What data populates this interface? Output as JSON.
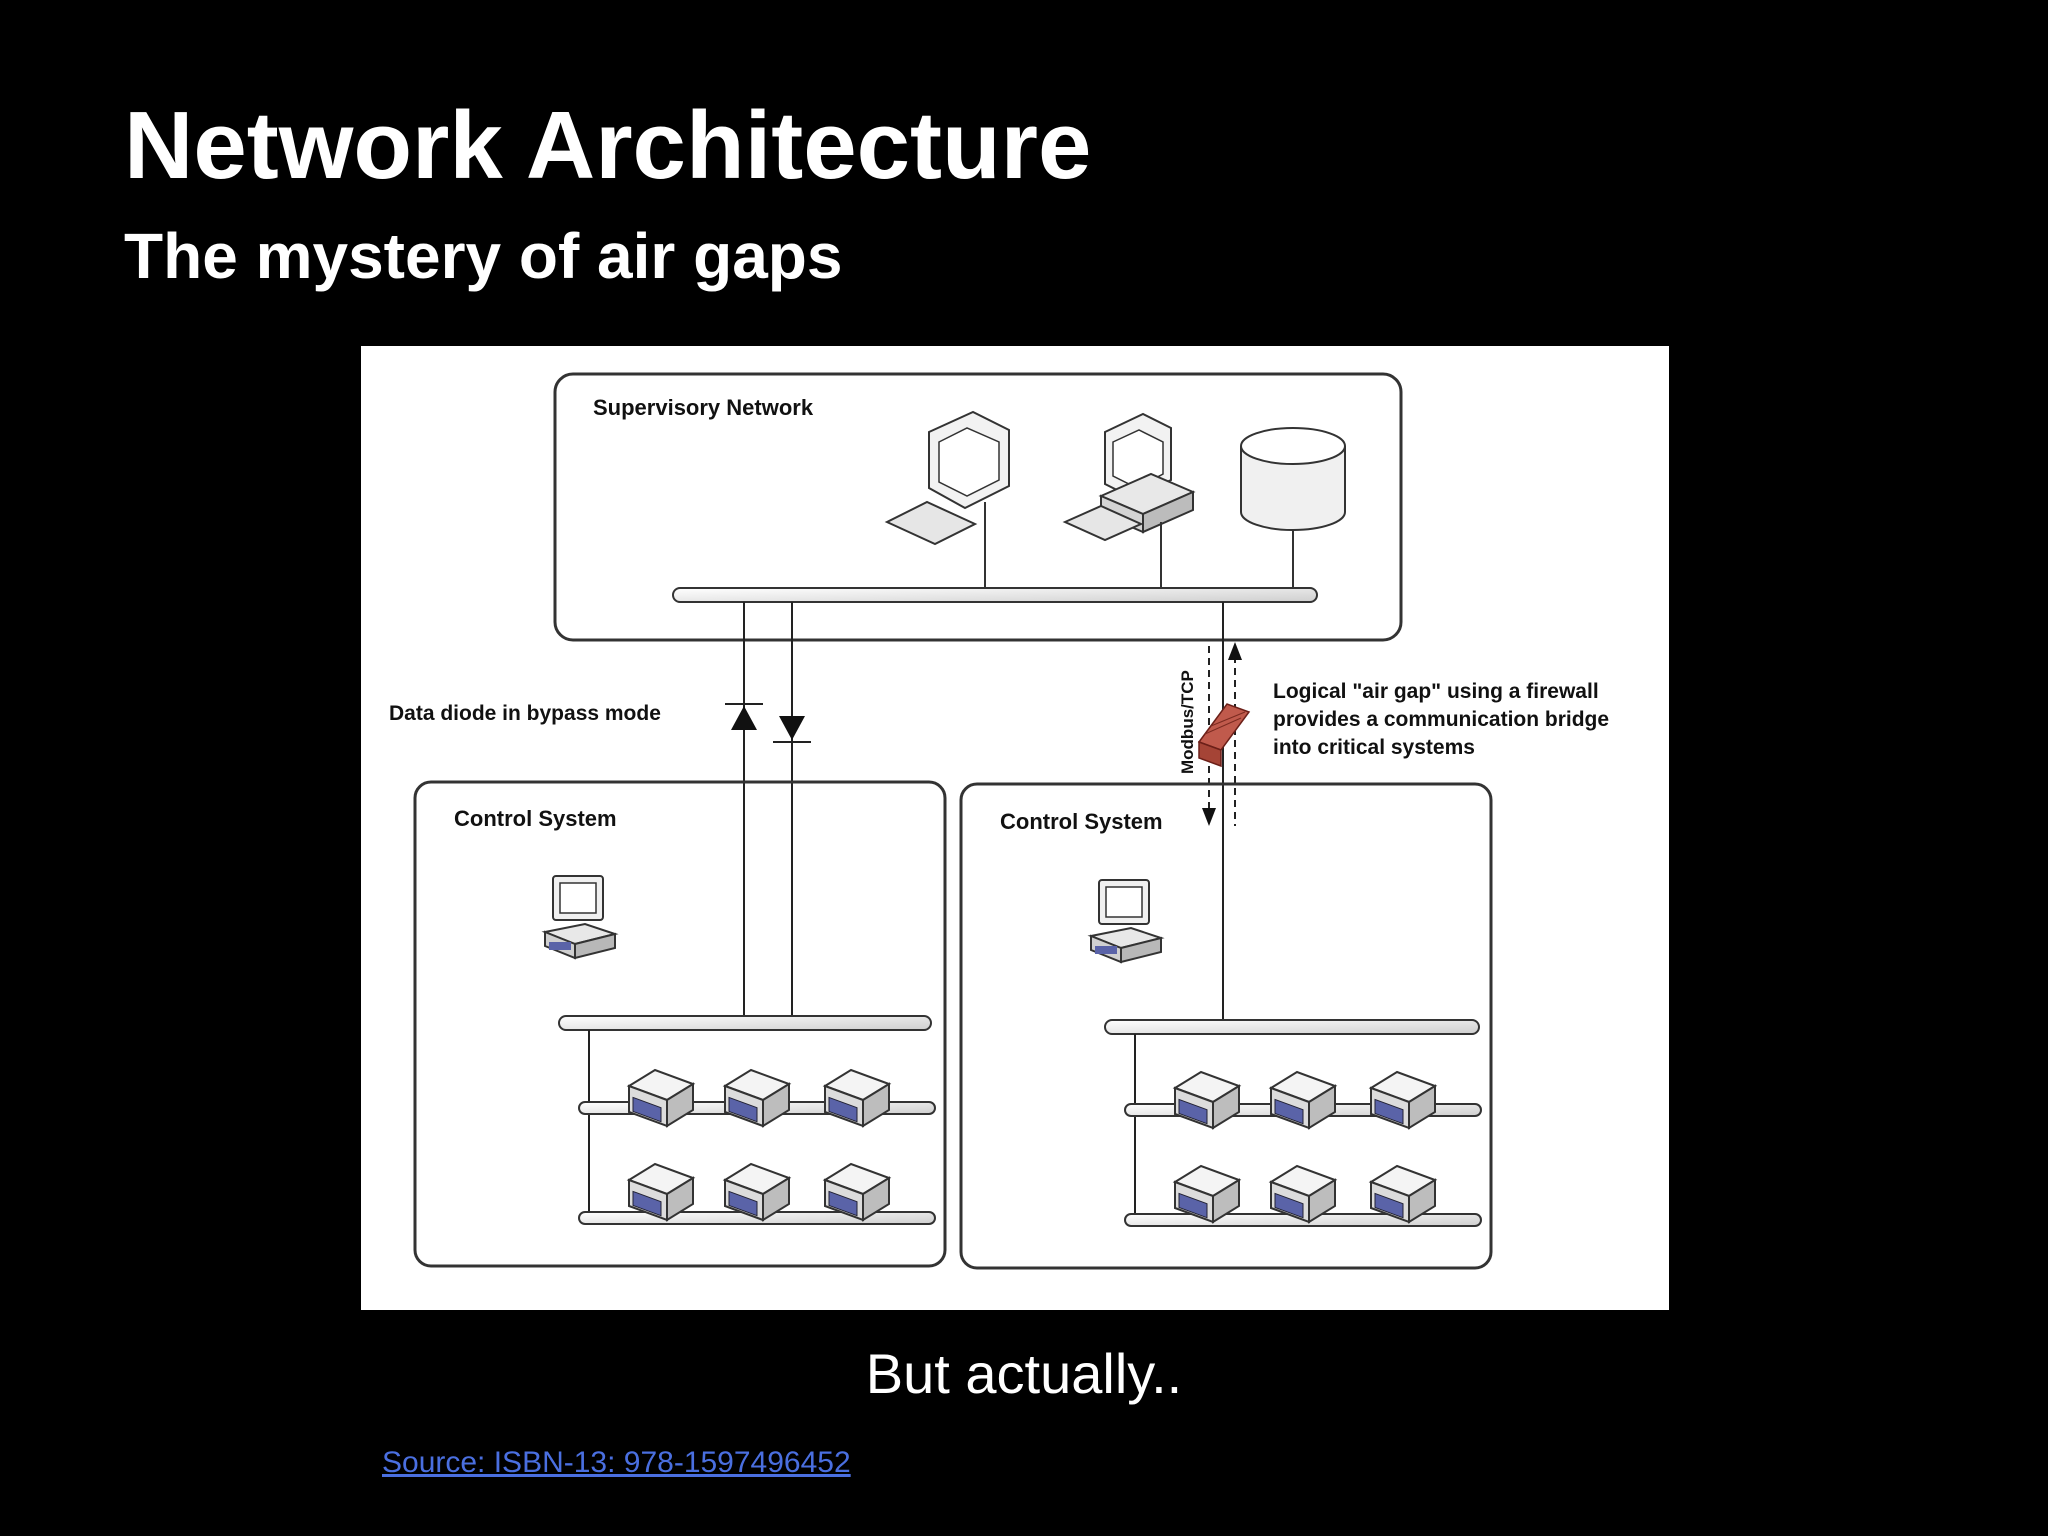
{
  "slide": {
    "title": "Network Architecture",
    "subtitle": "The mystery of air gaps",
    "caption": "But actually..",
    "source_link": "Source: ISBN-13: 978-1597496452 "
  },
  "diagram": {
    "supervisory_label": "Supervisory Network",
    "control_left_label": "Control System",
    "control_right_label": "Control System",
    "diode_label": "Data diode in bypass mode",
    "protocol_label": "Modbus/TCP",
    "firewall_note": [
      "Logical \"air gap\" using a firewall",
      "provides a communication bridge",
      "into critical systems"
    ]
  },
  "colors": {
    "background": "#000000",
    "text": "#ffffff",
    "link": "#4a6fe0",
    "firewall": "#b5473a"
  }
}
